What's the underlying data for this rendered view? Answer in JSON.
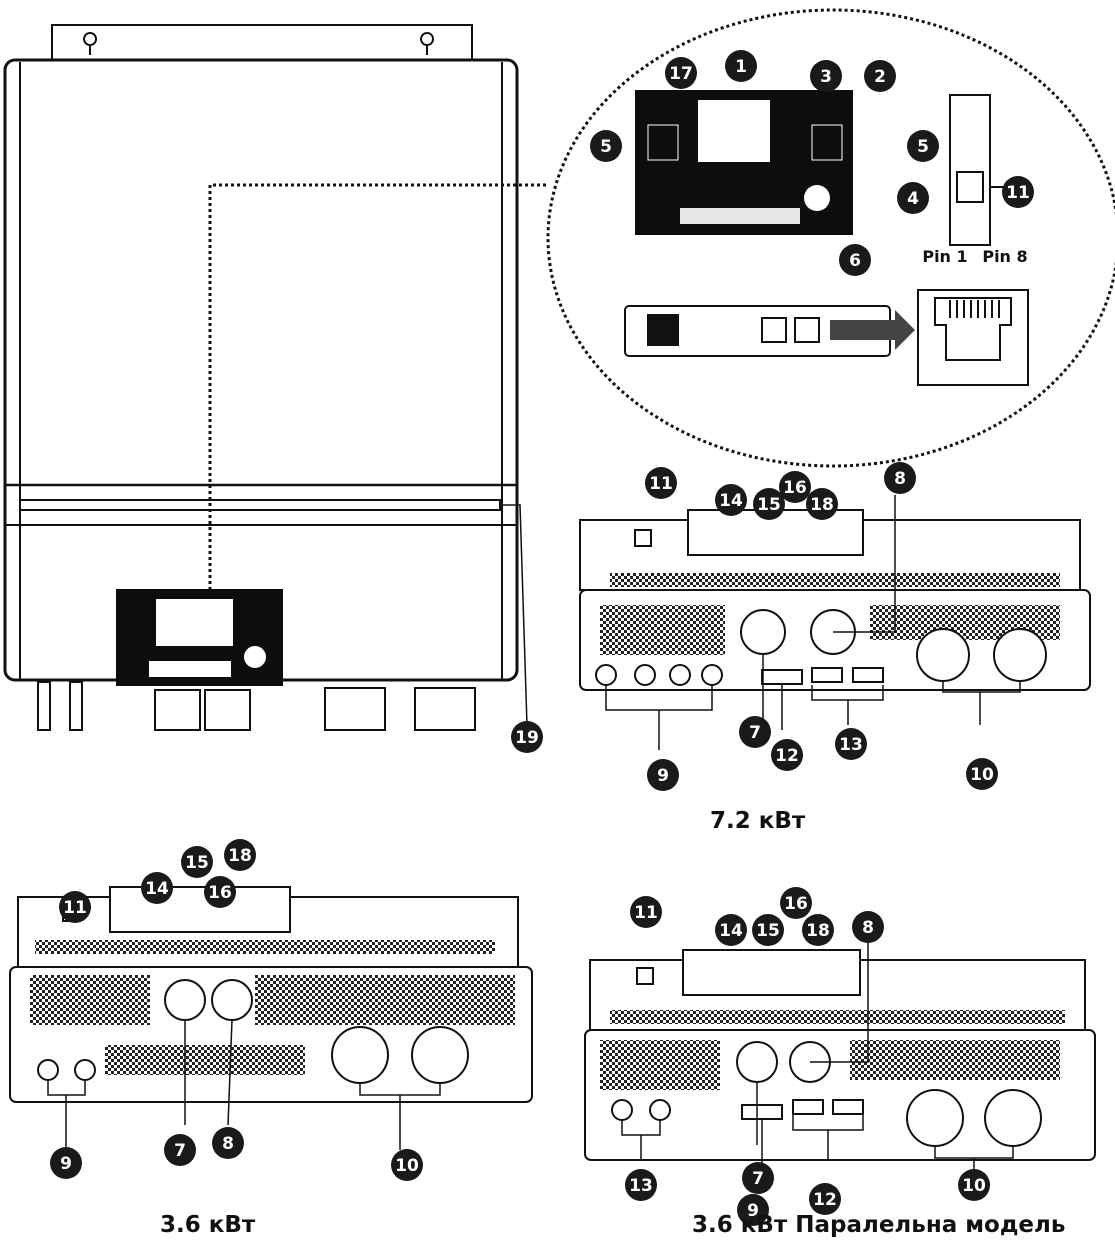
{
  "captions": {
    "model_72": "7.2 кВт",
    "model_36": "3.6 кВт",
    "model_36_parallel": "3.6 кВт Паралельна модель"
  },
  "rj45": {
    "pin_first": "Pin 1",
    "pin_last": "Pin 8"
  },
  "callouts": {
    "top_panel": [
      "1",
      "2",
      "3",
      "4",
      "5",
      "5",
      "6",
      "11",
      "17"
    ],
    "side": [
      "19"
    ],
    "model_72": [
      "11",
      "14",
      "15",
      "16",
      "18",
      "8",
      "7",
      "9",
      "12",
      "13",
      "10"
    ],
    "model_36": [
      "11",
      "14",
      "15",
      "18",
      "16",
      "7",
      "8",
      "9",
      "10"
    ],
    "model_36_parallel": [
      "11",
      "14",
      "15",
      "16",
      "18",
      "8",
      "7",
      "9",
      "12",
      "13",
      "10"
    ]
  },
  "colors": {
    "line": "#111111",
    "panel": "#0d0d0d",
    "badge": "#1a1a1a",
    "badge_text": "#ffffff",
    "background": "#ffffff"
  }
}
